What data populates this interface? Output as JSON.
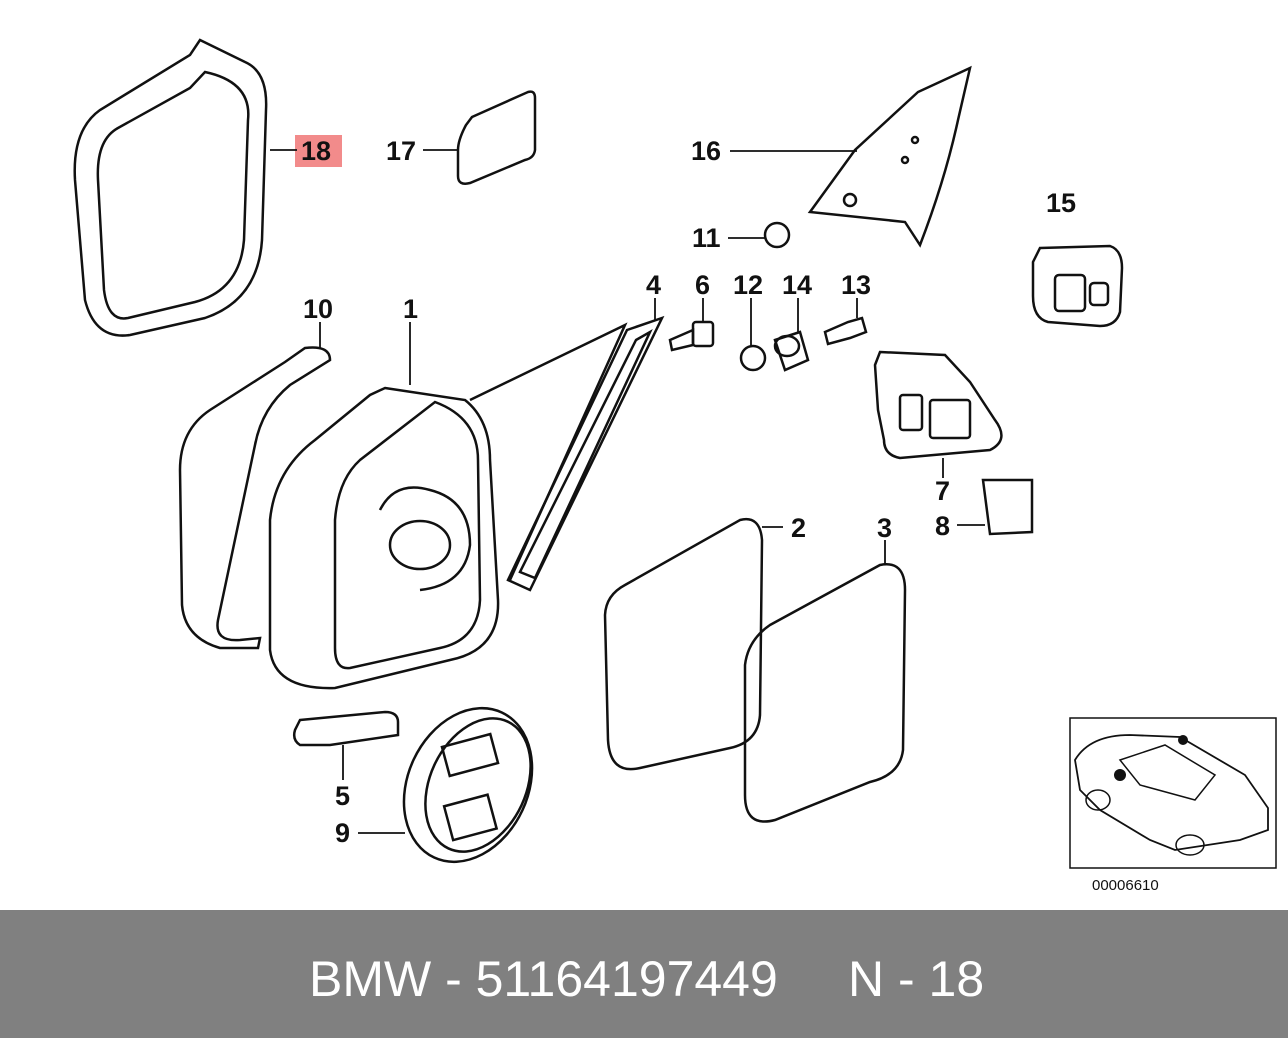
{
  "diagram": {
    "part_labels": [
      "18",
      "17",
      "16",
      "15",
      "11",
      "10",
      "1",
      "4",
      "6",
      "12",
      "14",
      "13",
      "7",
      "8",
      "2",
      "3",
      "5",
      "9"
    ],
    "highlighted_label": "18",
    "highlight_color": "#f28b8b",
    "reference_number": "00006610",
    "inset": "car-silhouette"
  },
  "footer": {
    "brand": "BMW - 51164197449",
    "position": "N - 18",
    "background_color": "#808080"
  }
}
